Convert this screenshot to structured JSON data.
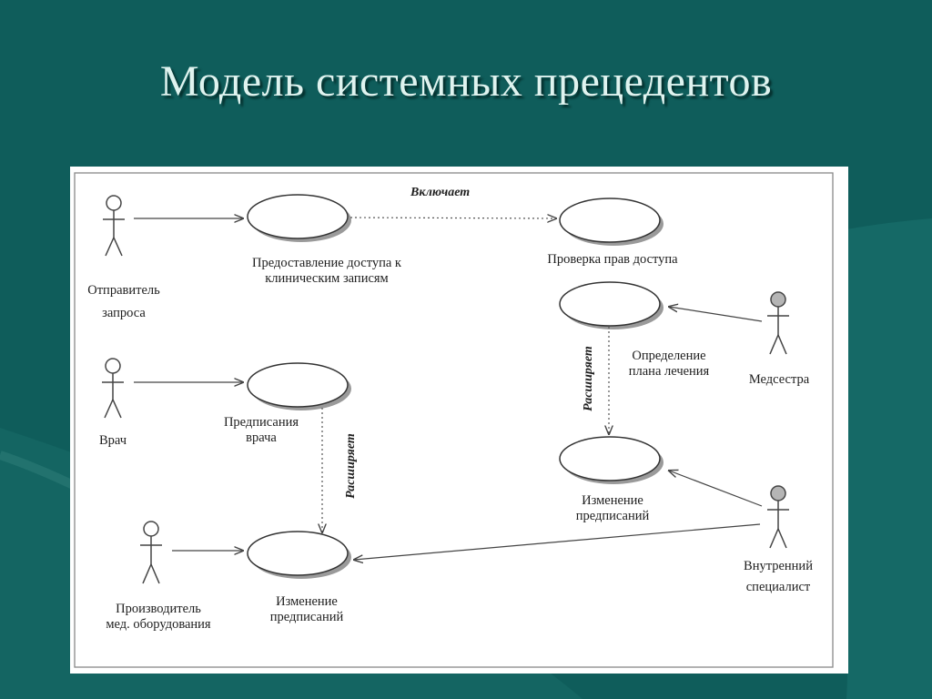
{
  "slide": {
    "title": "Модель системных прецедентов"
  },
  "diagram": {
    "actors": {
      "requester": "Отправитель\nзапроса",
      "doctor": "Врач",
      "manufacturer": "Производитель\nмед. оборудования",
      "nurse": "Медсестра",
      "specialist": "Внутренний\nспециалист"
    },
    "use_cases": {
      "access_records": "Предоставление доступа к\nклиническим записям",
      "check_access": "Проверка прав доступа",
      "treatment_plan": "Определение\nплана лечения",
      "doctor_orders": "Предписания\nврача",
      "change_orders_right": "Изменение\nпредписаний",
      "change_orders_left": "Изменение\nпредписаний"
    },
    "relations": {
      "includes": "Включает",
      "extends_left": "Расширяет",
      "extends_right": "Расширяет"
    }
  },
  "colors": {
    "background": "#0f5d5b",
    "title_text": "#dff3ef",
    "panel": "#ffffff"
  }
}
